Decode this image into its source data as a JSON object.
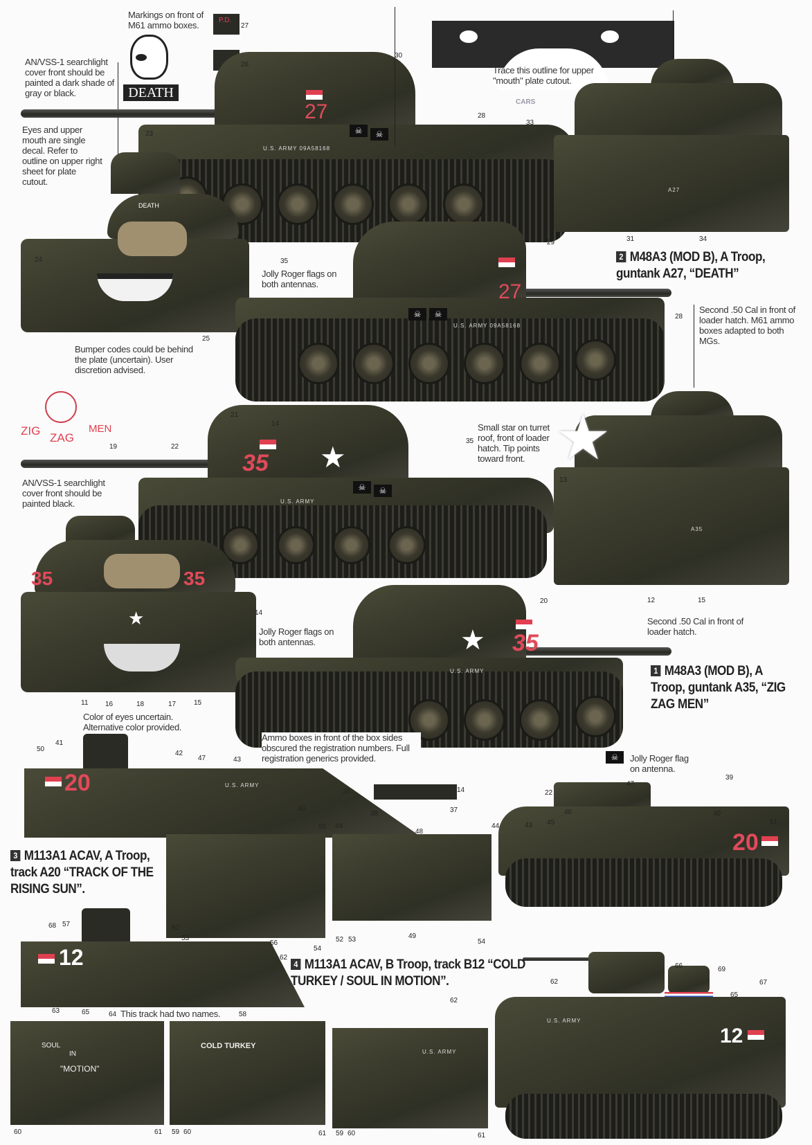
{
  "notes": {
    "m61_markings": "Markings on front of M61 ammo boxes.",
    "searchlight_dark": "AN/VSS-1 searchlight cover front should be painted a dark shade of gray or black.",
    "eyes_mouth": "Eyes and upper mouth are single decal. Refer to outline on upper right sheet for plate cutout.",
    "trace_outline": "Trace this outline for upper \"mouth\" plate cutout.",
    "jolly_roger_1": "Jolly Roger flags on both antennas.",
    "bumper_codes": "Bumper codes could be behind the plate (uncertain). User discretion advised.",
    "second_cal_1": "Second .50 Cal in front of loader hatch. M61 ammo boxes adapted to both MGs.",
    "small_star": "Small star on turret roof, front of loader hatch. Tip points toward front.",
    "searchlight_black": "AN/VSS-1 searchlight cover front should be painted black.",
    "jolly_roger_2": "Jolly Roger flags on both antennas.",
    "second_cal_2": "Second .50 Cal in front of loader hatch.",
    "eye_color": "Color of eyes uncertain. Alternative color provided.",
    "ammo_boxes": "Ammo boxes in front of the box sides obscured the registration numbers. Full registration generics provided.",
    "jolly_roger_3": "Jolly Roger flag on antenna.",
    "two_names": "This track had two names."
  },
  "vehicles": [
    {
      "number": "2",
      "title": "M48A3 (MOD B), A Troop, guntank A27, “DEATH”"
    },
    {
      "number": "1",
      "title": "M48A3 (MOD B), A Troop, guntank A35, “ZIG ZAG MEN”"
    },
    {
      "number": "3",
      "title": "M113A1 ACAV, A Troop, track A20 “TRACK OF THE RISING SUN”."
    },
    {
      "number": "4",
      "title": "M113A1 ACAV, B Troop, track B12 “COLD TURKEY / SOUL IN MOTION”."
    }
  ],
  "decals": {
    "death": "DEATH",
    "a27": "27",
    "a35": "35",
    "a20": "20",
    "b12": "12",
    "us_army_a27": "U.S. ARMY 09A58168",
    "us_army": "U.S. ARMY",
    "zig": "ZIG",
    "zag": "ZAG",
    "men": "MEN",
    "cold_turkey": "COLD TURKEY",
    "soul": "SOUL",
    "in": "IN",
    "motion": "\"MOTION\"",
    "cars": "CARS",
    "rear_a27": "A27",
    "rear_a35": "A35",
    "pd": "P.D."
  },
  "callouts": [
    "27",
    "26",
    "30",
    "28",
    "33",
    "23",
    "24",
    "35",
    "25",
    "29",
    "28",
    "31",
    "34",
    "21",
    "14",
    "22",
    "19",
    "13",
    "35",
    "12",
    "15",
    "20",
    "14",
    "11",
    "16",
    "18",
    "17",
    "15",
    "41",
    "42",
    "50",
    "47",
    "43",
    "14",
    "36",
    "38",
    "37",
    "22",
    "39",
    "47",
    "46",
    "40",
    "51",
    "43",
    "55",
    "44",
    "48",
    "44",
    "43",
    "45",
    "52",
    "53",
    "56",
    "54",
    "52",
    "53",
    "49",
    "54",
    "68",
    "57",
    "62",
    "66",
    "69",
    "67",
    "62",
    "65",
    "62",
    "63",
    "65",
    "64",
    "58",
    "60",
    "61",
    "59",
    "60",
    "61",
    "59",
    "60",
    "61"
  ],
  "colors": {
    "marking_red": "#e04050",
    "olive_drab": "#3a3a2c"
  }
}
